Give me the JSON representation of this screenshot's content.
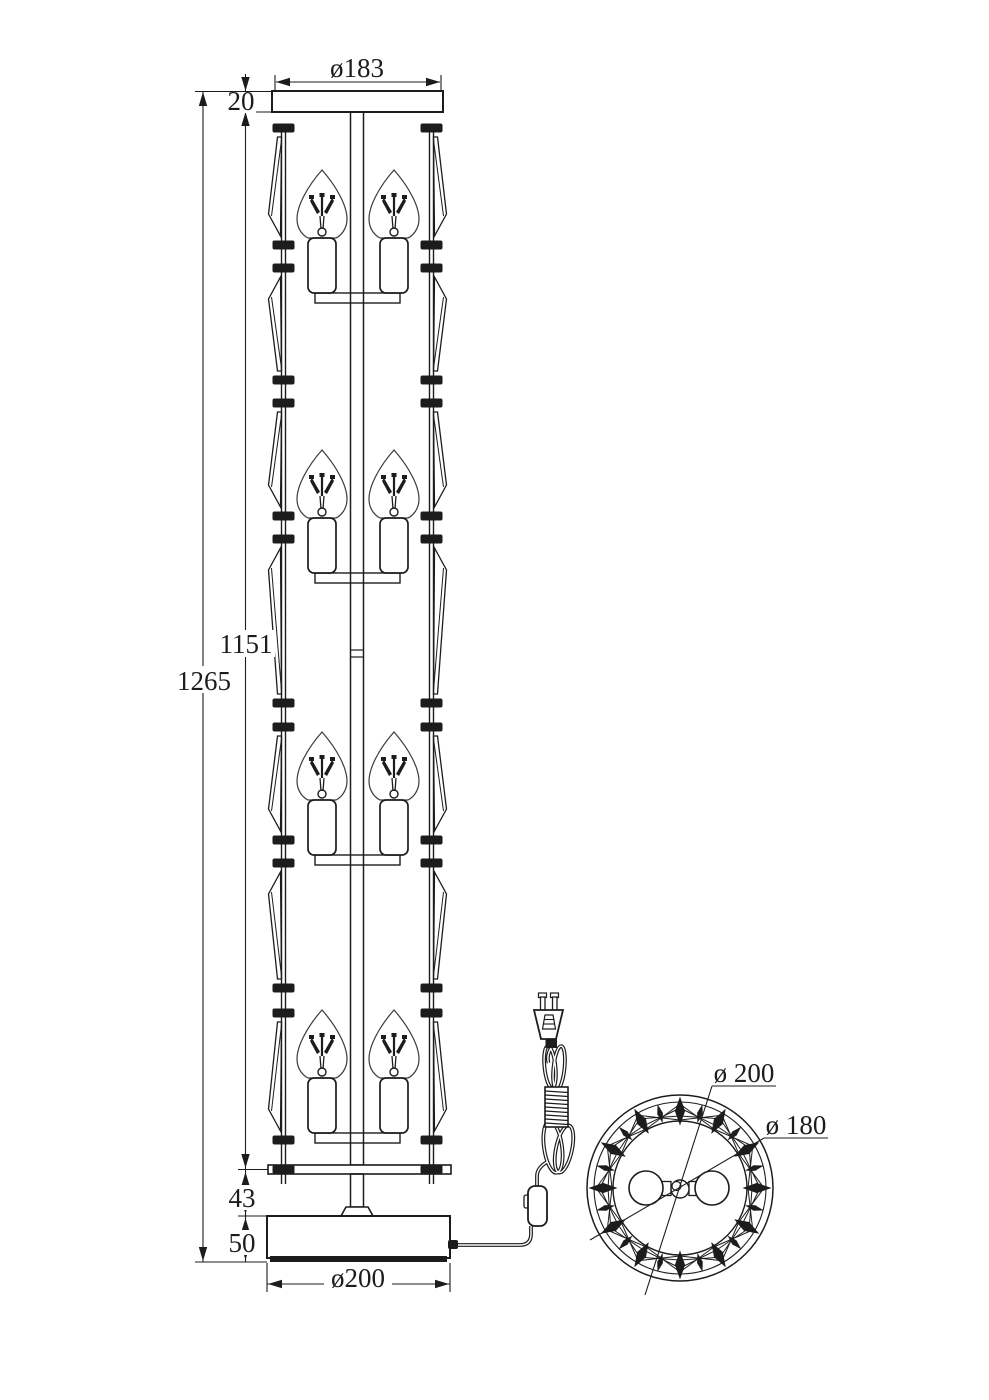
{
  "drawing": {
    "line_color": "#1c1c1c",
    "background": "#ffffff",
    "front_view": {
      "top_diameter": "ø183",
      "cap_height": "20",
      "body_height": "1151",
      "total_height": "1265",
      "stem_height": "43",
      "base_height": "50",
      "base_diameter": "ø200"
    },
    "top_view": {
      "outer_diameter": "ø 200",
      "inner_diameter": "ø 180"
    }
  }
}
